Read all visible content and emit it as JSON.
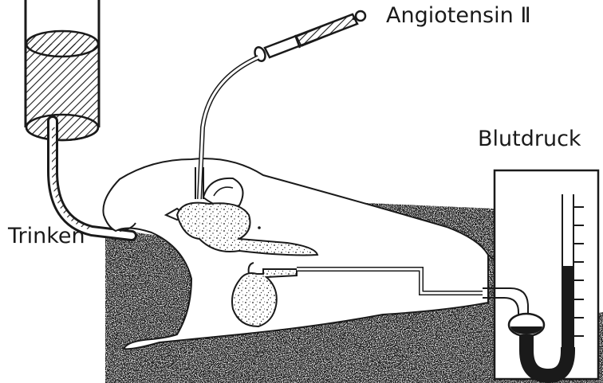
{
  "labels": {
    "angiotensin": "Angiotensin Ⅱ",
    "blood_pressure": "Blutdruck",
    "drinking": "Trinken"
  },
  "colors": {
    "ink": "#1a1a1a",
    "paper": "#ffffff"
  }
}
